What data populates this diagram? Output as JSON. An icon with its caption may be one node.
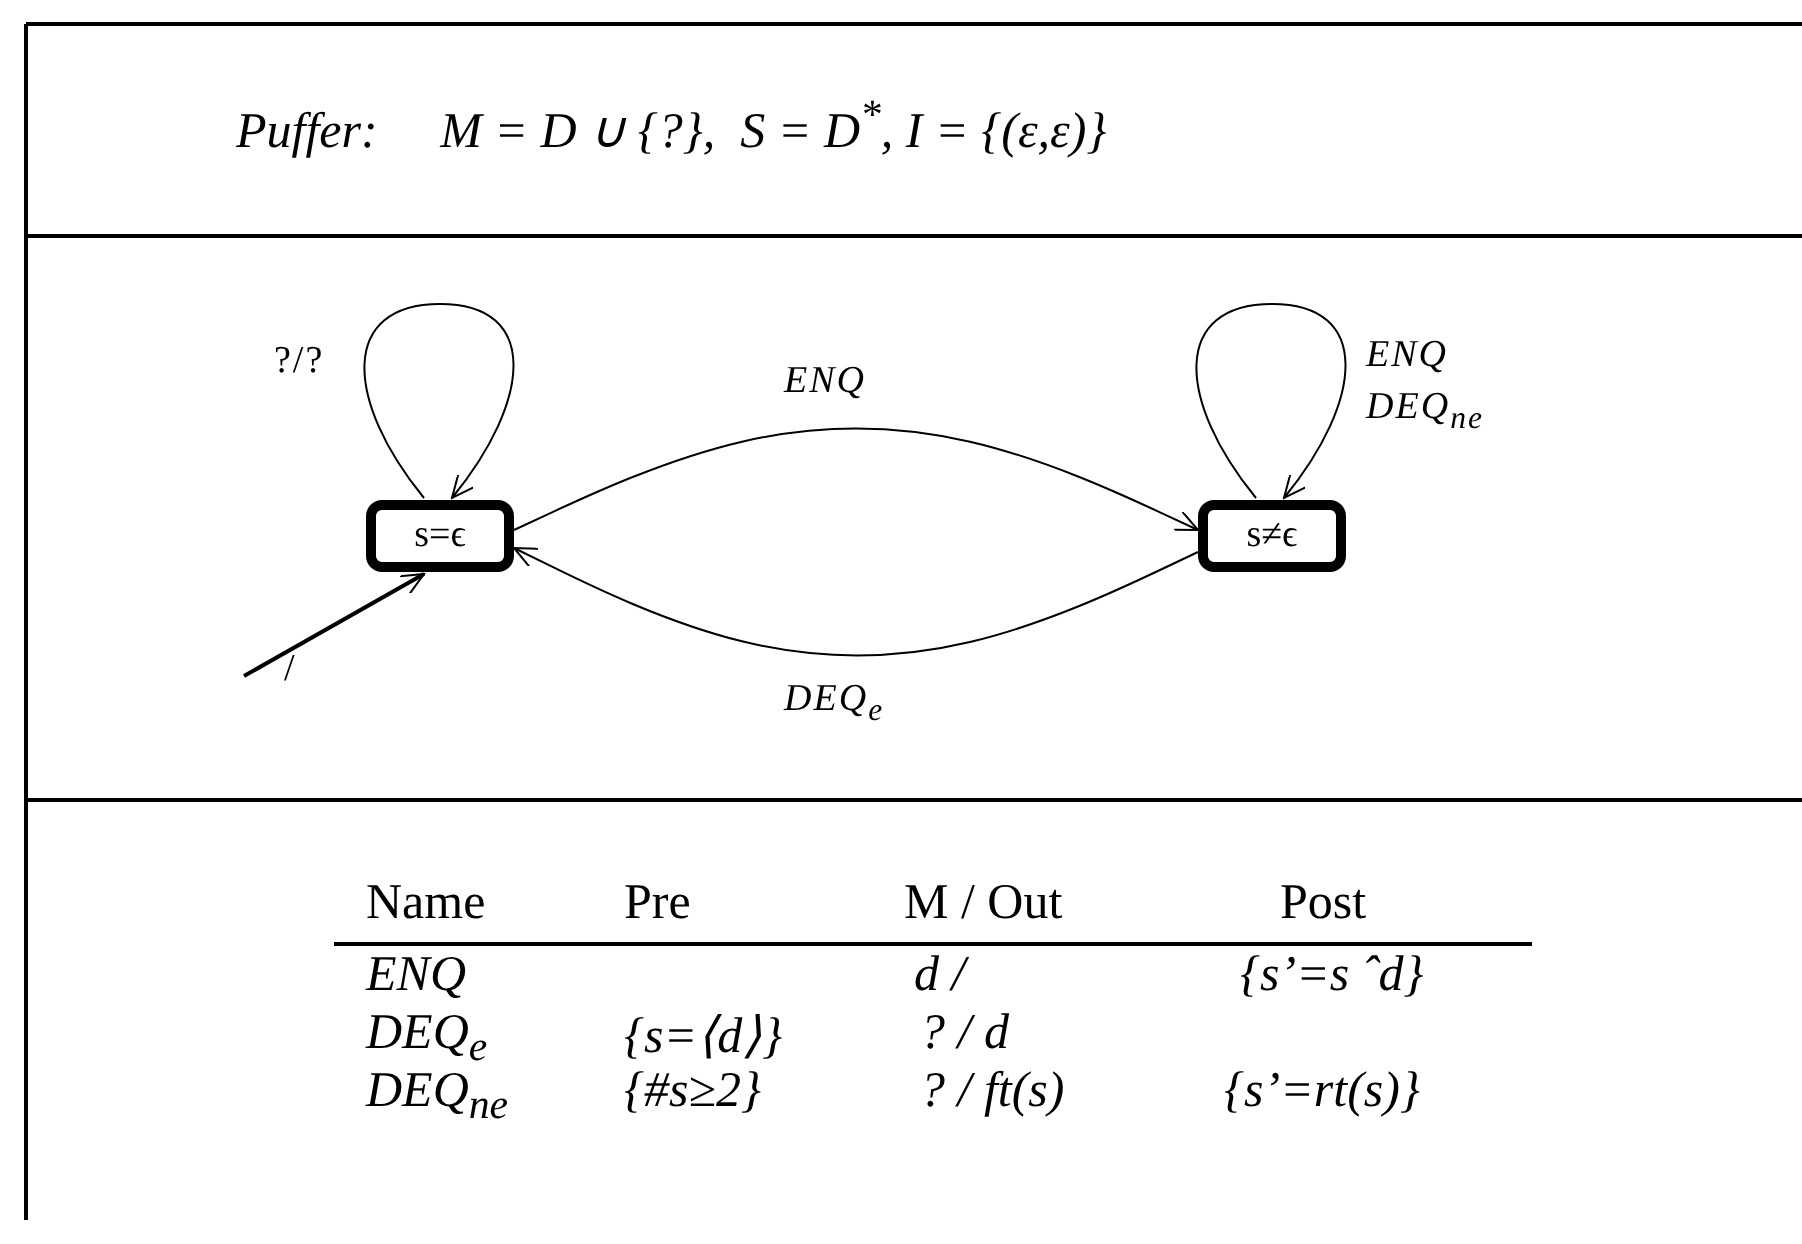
{
  "diagram": {
    "title": "*Puffer*:     M = D ∪ {?},  S = D$^{*}$, I = {(ε,ε)}",
    "nodes": [
      {
        "text": [
          "s=ϵ"
        ]
      },
      {
        "text": [
          "s≠ϵ"
        ]
      }
    ],
    "edges": [
      {
        "from": 0,
        "to": 0,
        "arrow": "to",
        "label": "?/?"
      },
      {
        "from": 1,
        "to": 1,
        "arrow": "to",
        "label": "ENQ DEQ$_{ne}$"
      },
      {
        "from": 0,
        "to": 1,
        "arrow": "to",
        "label": "ENQ"
      },
      {
        "from": 1,
        "to": 0,
        "arrow": "to",
        "label": "DEQ$_{e}$"
      },
      {
        "from": null,
        "to": 0,
        "arrow": "to",
        "label": "/"
      }
    ],
    "labels": [
      "Name",
      "Pre",
      "M / Out",
      "Post",
      "ENQ",
      "d /",
      "{s’=s ˆd}",
      "DEQ$_{e}$",
      "{s=⟨d⟩}",
      "? / d",
      "DEQ$_{ne}$",
      "{#s≥2}",
      "? / ft(s)",
      "{s’=rt(s)}"
    ]
  }
}
